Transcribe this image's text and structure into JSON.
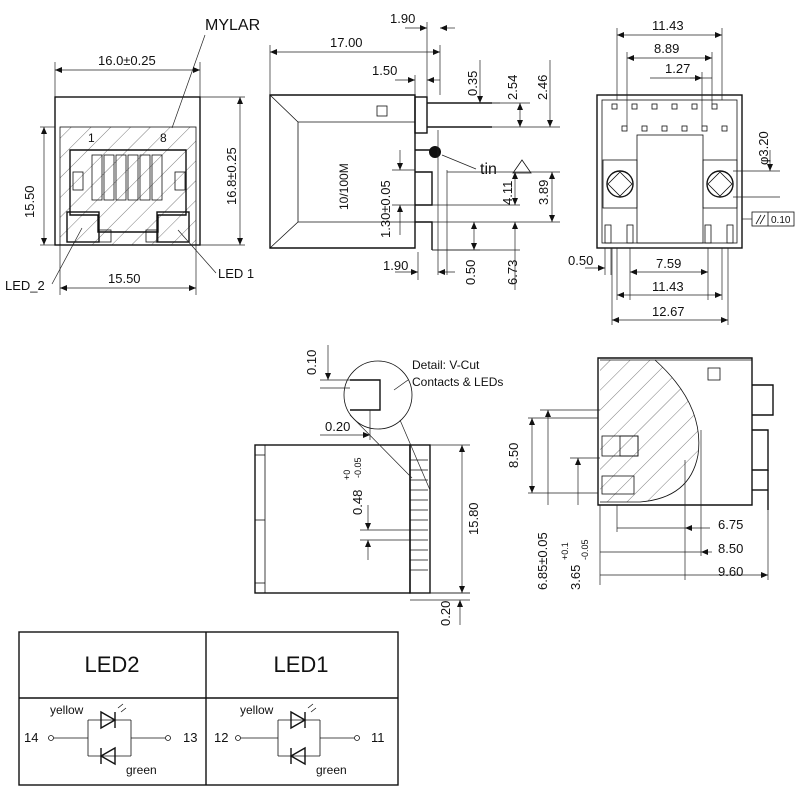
{
  "front_view": {
    "mylar_label": "MYLAR",
    "width_top": "16.0±0.25",
    "height_left": "15.50",
    "height_right": "16.8±0.25",
    "pin1": "1",
    "pin8": "8",
    "width_bottom": "15.50",
    "led2_label": "LED_2",
    "led1_label": "LED 1"
  },
  "side_view": {
    "d_190_top": "1.90",
    "d_1700": "17.00",
    "d_150": "1.50",
    "d_035": "0.35",
    "d_254": "2.54",
    "d_246": "2.46",
    "body_text": "10/100M",
    "tin_label": "tin",
    "d_130": "1.30±0.05",
    "d_411": "4.11",
    "d_389": "3.89",
    "d_190_bot": "1.90",
    "d_050": "0.50",
    "d_673": "6.73"
  },
  "bottom_view": {
    "d_1143_top": "11.43",
    "d_889": "8.89",
    "d_127": "1.27",
    "d_phi320": "φ3.20",
    "flatness_value": "0.10",
    "d_050": "0.50",
    "d_759": "7.59",
    "d_1143_bot": "11.43",
    "d_1267": "12.67"
  },
  "detail_view": {
    "d_010": "0.10",
    "detail_label_1": "Detail: V-Cut",
    "detail_label_2": "Contacts & LEDs",
    "d_020_top": "0.20",
    "d_048": "0.48",
    "d_048_tol_plus": "+0",
    "d_048_tol_minus": "-0.05",
    "d_1580": "15.80",
    "d_020_bot": "0.20"
  },
  "section_view": {
    "d_850_left": "8.50",
    "d_685": "6.85±0.05",
    "d_365": "3.65",
    "d_365_tol_plus": "+0.1",
    "d_365_tol_minus": "-0.05",
    "d_675": "6.75",
    "d_850": "8.50",
    "d_960": "9.60"
  },
  "led_table": {
    "headers": [
      "LED2",
      "LED1"
    ],
    "cells": [
      {
        "top": "yellow",
        "bottom": "green",
        "left_pin": "14",
        "right_pin": "13"
      },
      {
        "top": "yellow",
        "bottom": "green",
        "left_pin": "12",
        "right_pin": "11"
      }
    ]
  }
}
